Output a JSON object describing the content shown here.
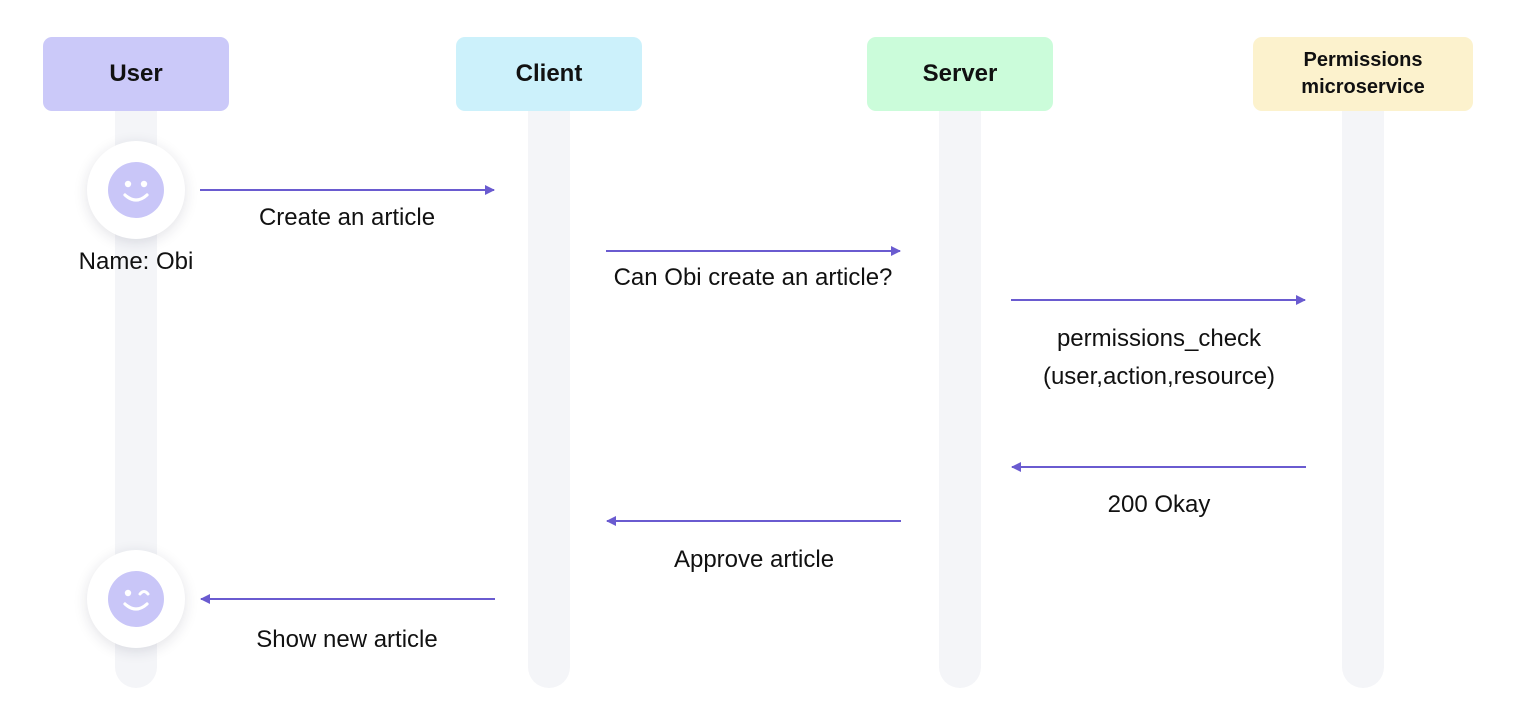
{
  "colors": {
    "arrow": "#6a5bd0",
    "lifeline": "#f4f5f8",
    "face": "#c9c6f8"
  },
  "actors": [
    {
      "id": "user",
      "label": "User",
      "color": "#cbc9f9"
    },
    {
      "id": "client",
      "label": "Client",
      "color": "#ccf1fb"
    },
    {
      "id": "server",
      "label": "Server",
      "color": "#cbfcda"
    },
    {
      "id": "permissions",
      "label": "Permissions microservice",
      "color": "#fcf2cd"
    }
  ],
  "avatars": [
    {
      "icon": "smiley-face-icon",
      "caption": "Name: Obi"
    },
    {
      "icon": "winking-face-icon"
    }
  ],
  "messages": [
    {
      "from": "User",
      "to": "Client",
      "label": "Create an article"
    },
    {
      "from": "Client",
      "to": "Server",
      "label": "Can Obi create an article?"
    },
    {
      "from": "Server",
      "to": "Permissions microservice",
      "label": "permissions_check",
      "label_line2": "(user,action,resource)"
    },
    {
      "from": "Permissions microservice",
      "to": "Server",
      "label": "200 Okay"
    },
    {
      "from": "Server",
      "to": "Client",
      "label": "Approve article"
    },
    {
      "from": "Client",
      "to": "User",
      "label": "Show new article"
    }
  ]
}
